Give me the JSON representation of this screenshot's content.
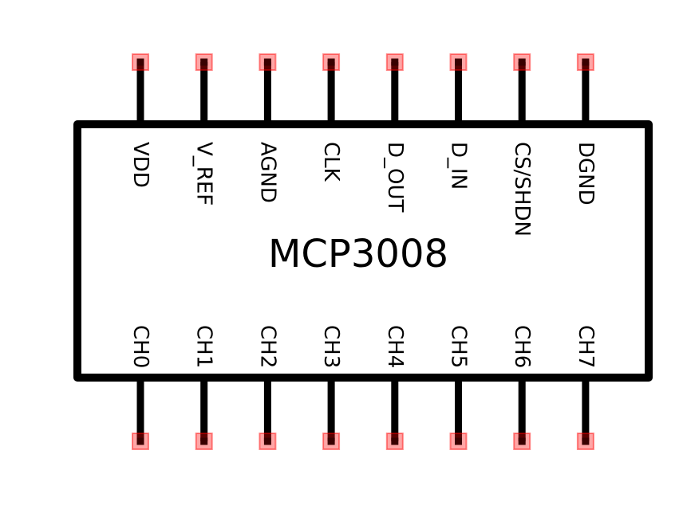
{
  "component": {
    "name": "MCP3008",
    "outline_color": "#000000",
    "pin_marker_color": "#ff0000",
    "top_pins": [
      {
        "label": "VDD"
      },
      {
        "label": "V_REF"
      },
      {
        "label": "AGND"
      },
      {
        "label": "CLK"
      },
      {
        "label": "D_OUT"
      },
      {
        "label": "D_IN"
      },
      {
        "label": "CS/SHDN"
      },
      {
        "label": "DGND"
      }
    ],
    "bottom_pins": [
      {
        "label": "CH0"
      },
      {
        "label": "CH1"
      },
      {
        "label": "CH2"
      },
      {
        "label": "CH3"
      },
      {
        "label": "CH4"
      },
      {
        "label": "CH5"
      },
      {
        "label": "CH6"
      },
      {
        "label": "CH7"
      }
    ]
  }
}
